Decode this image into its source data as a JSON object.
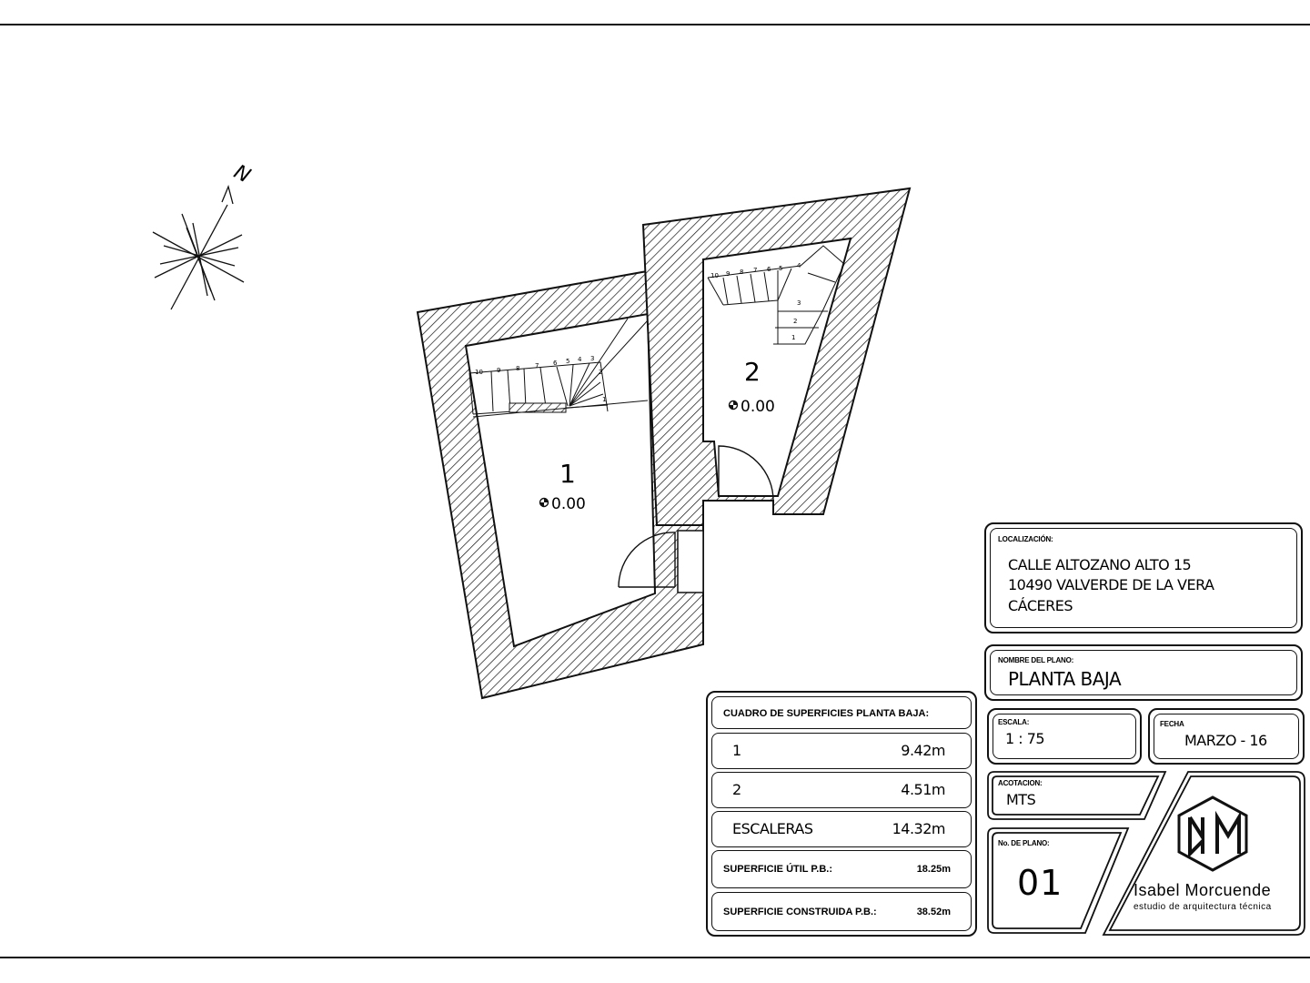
{
  "plan": {
    "north_label": "N",
    "rooms": [
      {
        "number": "1",
        "level": "0.00"
      },
      {
        "number": "2",
        "level": "0.00"
      }
    ],
    "stair1_steps": [
      "10",
      "9",
      "8",
      "7",
      "6",
      "5",
      "4",
      "3",
      "2",
      "1"
    ],
    "stair2_steps": [
      "10",
      "9",
      "8",
      "7",
      "6",
      "5",
      "4",
      "3",
      "2",
      "1"
    ]
  },
  "titleblock": {
    "location_label": "LOCALIZACIÓN:",
    "location_lines": [
      "CALLE ALTOZANO ALTO 15",
      "10490 VALVERDE DE LA VERA",
      "CÁCERES"
    ],
    "plan_name_label": "NOMBRE DEL PLANO:",
    "plan_name": "PLANTA BAJA",
    "scale_label": "ESCALA:",
    "scale": "1 : 75",
    "date_label": "FECHA",
    "date": "MARZO - 16",
    "units_label": "ACOTACION:",
    "units": "MTS",
    "plan_no_label": "No. DE PLANO:",
    "plan_no": "01",
    "studio_name": "Isabel Morcuende",
    "studio_sub": "estudio de arquitectura técnica"
  },
  "areas": {
    "title": "CUADRO DE SUPERFICIES PLANTA BAJA:",
    "rows": [
      {
        "name": "1",
        "value": "9.42m"
      },
      {
        "name": "2",
        "value": "4.51m"
      },
      {
        "name": "ESCALERAS",
        "value": "14.32m"
      }
    ],
    "util_label": "SUPERFICIE ÚTIL P.B.:",
    "util_value": "18.25m",
    "built_label": "SUPERFICIE CONSTRUIDA P.B.:",
    "built_value": "38.52m"
  }
}
